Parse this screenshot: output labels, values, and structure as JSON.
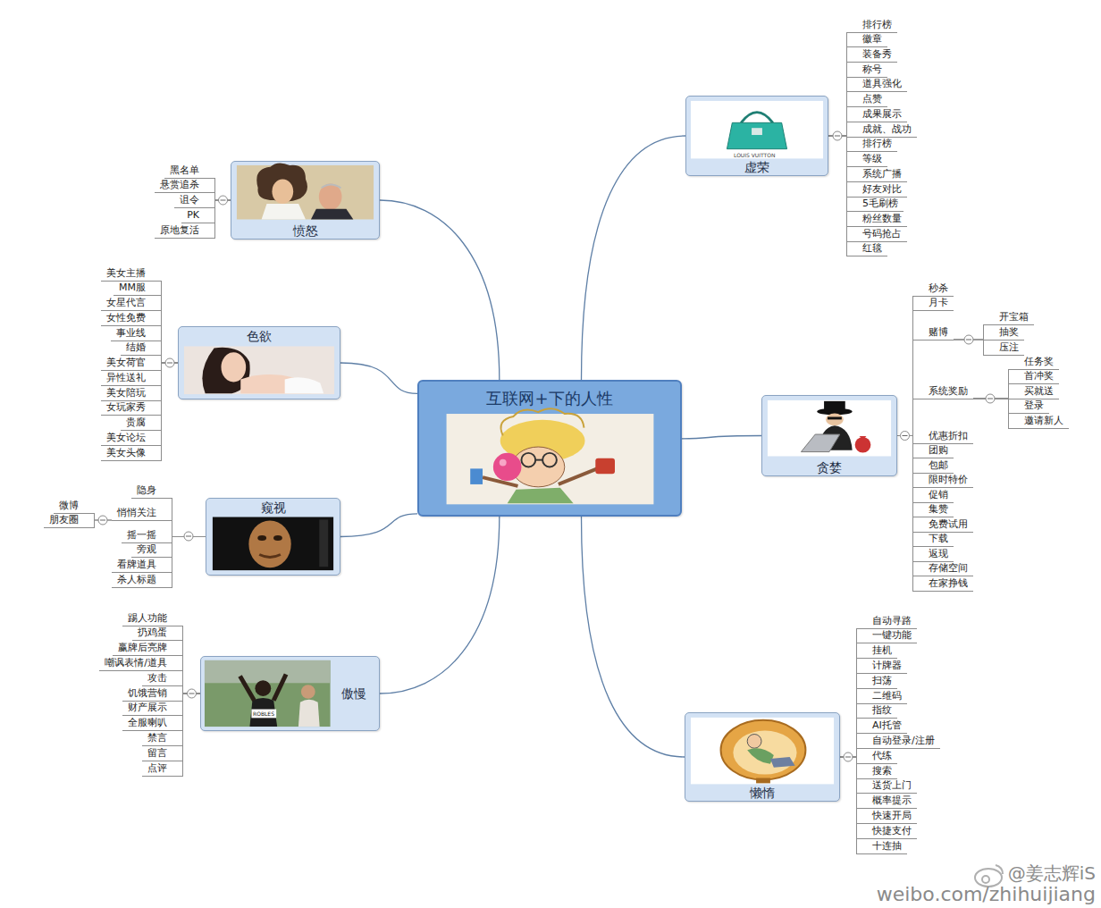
{
  "diagram": {
    "nodes": [
      {
        "text": [
          "互联网+下的人性"
        ]
      },
      {
        "text": [
          "虚荣"
        ]
      },
      {
        "text": [
          "排行榜"
        ]
      },
      {
        "text": [
          "徽章"
        ]
      },
      {
        "text": [
          "装备秀"
        ]
      },
      {
        "text": [
          "称号"
        ]
      },
      {
        "text": [
          "道具强化"
        ]
      },
      {
        "text": [
          "点赞"
        ]
      },
      {
        "text": [
          "成果展示"
        ]
      },
      {
        "text": [
          "成就、战功"
        ]
      },
      {
        "text": [
          "排行榜"
        ]
      },
      {
        "text": [
          "等级"
        ]
      },
      {
        "text": [
          "系统广播"
        ]
      },
      {
        "text": [
          "好友对比"
        ]
      },
      {
        "text": [
          "5毛刷榜"
        ]
      },
      {
        "text": [
          "粉丝数量"
        ]
      },
      {
        "text": [
          "号码抢占"
        ]
      },
      {
        "text": [
          "红毯"
        ]
      },
      {
        "text": [
          "贪婪"
        ]
      },
      {
        "text": [
          "秒杀"
        ]
      },
      {
        "text": [
          "月卡"
        ]
      },
      {
        "text": [
          "赌博"
        ]
      },
      {
        "text": [
          "开宝箱"
        ]
      },
      {
        "text": [
          "抽奖"
        ]
      },
      {
        "text": [
          "压注"
        ]
      },
      {
        "text": [
          "系统奖励"
        ]
      },
      {
        "text": [
          "任务奖"
        ]
      },
      {
        "text": [
          "首冲奖"
        ]
      },
      {
        "text": [
          "买就送"
        ]
      },
      {
        "text": [
          "登录"
        ]
      },
      {
        "text": [
          "邀请新人"
        ]
      },
      {
        "text": [
          "优惠折扣"
        ]
      },
      {
        "text": [
          "团购"
        ]
      },
      {
        "text": [
          "包邮"
        ]
      },
      {
        "text": [
          "限时特价"
        ]
      },
      {
        "text": [
          "促销"
        ]
      },
      {
        "text": [
          "集赞"
        ]
      },
      {
        "text": [
          "免费试用"
        ]
      },
      {
        "text": [
          "下载"
        ]
      },
      {
        "text": [
          "返现"
        ]
      },
      {
        "text": [
          "存储空间"
        ]
      },
      {
        "text": [
          "在家挣钱"
        ]
      },
      {
        "text": [
          "懒惰"
        ]
      },
      {
        "text": [
          "自动寻路"
        ]
      },
      {
        "text": [
          "一键功能"
        ]
      },
      {
        "text": [
          "挂机"
        ]
      },
      {
        "text": [
          "计牌器"
        ]
      },
      {
        "text": [
          "扫荡"
        ]
      },
      {
        "text": [
          "二维码"
        ]
      },
      {
        "text": [
          "指纹"
        ]
      },
      {
        "text": [
          "AI托管"
        ]
      },
      {
        "text": [
          "自动登录/注册"
        ]
      },
      {
        "text": [
          "代练"
        ]
      },
      {
        "text": [
          "搜索"
        ]
      },
      {
        "text": [
          "送货上门"
        ]
      },
      {
        "text": [
          "概率提示"
        ]
      },
      {
        "text": [
          "快速开局"
        ]
      },
      {
        "text": [
          "快捷支付"
        ]
      },
      {
        "text": [
          "十连抽"
        ]
      },
      {
        "text": [
          "愤怒"
        ]
      },
      {
        "text": [
          "黑名单"
        ]
      },
      {
        "text": [
          "悬赏追杀"
        ]
      },
      {
        "text": [
          "诅令"
        ]
      },
      {
        "text": [
          "PK"
        ]
      },
      {
        "text": [
          "原地复活"
        ]
      },
      {
        "text": [
          "色欲"
        ]
      },
      {
        "text": [
          "美女主播"
        ]
      },
      {
        "text": [
          "MM服"
        ]
      },
      {
        "text": [
          "女星代言"
        ]
      },
      {
        "text": [
          "女性免费"
        ]
      },
      {
        "text": [
          "事业线"
        ]
      },
      {
        "text": [
          "结婚"
        ]
      },
      {
        "text": [
          "美女荷官"
        ]
      },
      {
        "text": [
          "异性送礼"
        ]
      },
      {
        "text": [
          "美女陪玩"
        ]
      },
      {
        "text": [
          "女玩家秀"
        ]
      },
      {
        "text": [
          "贵腐"
        ]
      },
      {
        "text": [
          "美女论坛"
        ]
      },
      {
        "text": [
          "美女头像"
        ]
      },
      {
        "text": [
          "窥视"
        ]
      },
      {
        "text": [
          "隐身"
        ]
      },
      {
        "text": [
          "悄悄关注"
        ]
      },
      {
        "text": [
          "微博"
        ]
      },
      {
        "text": [
          "朋友圈"
        ]
      },
      {
        "text": [
          "摇一摇"
        ]
      },
      {
        "text": [
          "旁观"
        ]
      },
      {
        "text": [
          "看牌道具"
        ]
      },
      {
        "text": [
          "杀人标题"
        ]
      },
      {
        "text": [
          "傲慢"
        ]
      },
      {
        "text": [
          "踢人功能"
        ]
      },
      {
        "text": [
          "扔鸡蛋"
        ]
      },
      {
        "text": [
          "赢牌后亮牌"
        ]
      },
      {
        "text": [
          "嘲讽表情/道具"
        ]
      },
      {
        "text": [
          "攻击"
        ]
      },
      {
        "text": [
          "饥饿营销"
        ]
      },
      {
        "text": [
          "财产展示"
        ]
      },
      {
        "text": [
          "全服喇叭"
        ]
      },
      {
        "text": [
          "禁言"
        ]
      },
      {
        "text": [
          "留言"
        ]
      },
      {
        "text": [
          "点评"
        ]
      }
    ],
    "edges": [
      {
        "from": 0,
        "to": 1,
        "arrow": "none"
      },
      {
        "from": 0,
        "to": 18,
        "arrow": "none"
      },
      {
        "from": 0,
        "to": 42,
        "arrow": "none"
      },
      {
        "from": 0,
        "to": 59,
        "arrow": "none"
      },
      {
        "from": 0,
        "to": 65,
        "arrow": "none"
      },
      {
        "from": 0,
        "to": 79,
        "arrow": "none"
      },
      {
        "from": 0,
        "to": 88,
        "arrow": "none"
      },
      {
        "from": 1,
        "to": 2,
        "arrow": "none"
      },
      {
        "from": 1,
        "to": 3,
        "arrow": "none"
      },
      {
        "from": 1,
        "to": 4,
        "arrow": "none"
      },
      {
        "from": 1,
        "to": 5,
        "arrow": "none"
      },
      {
        "from": 1,
        "to": 6,
        "arrow": "none"
      },
      {
        "from": 1,
        "to": 7,
        "arrow": "none"
      },
      {
        "from": 1,
        "to": 8,
        "arrow": "none"
      },
      {
        "from": 1,
        "to": 9,
        "arrow": "none"
      },
      {
        "from": 1,
        "to": 10,
        "arrow": "none"
      },
      {
        "from": 1,
        "to": 11,
        "arrow": "none"
      },
      {
        "from": 1,
        "to": 12,
        "arrow": "none"
      },
      {
        "from": 1,
        "to": 13,
        "arrow": "none"
      },
      {
        "from": 1,
        "to": 14,
        "arrow": "none"
      },
      {
        "from": 1,
        "to": 15,
        "arrow": "none"
      },
      {
        "from": 1,
        "to": 16,
        "arrow": "none"
      },
      {
        "from": 1,
        "to": 17,
        "arrow": "none"
      },
      {
        "from": 18,
        "to": 19,
        "arrow": "none"
      },
      {
        "from": 18,
        "to": 20,
        "arrow": "none"
      },
      {
        "from": 18,
        "to": 21,
        "arrow": "none"
      },
      {
        "from": 21,
        "to": 22,
        "arrow": "none"
      },
      {
        "from": 21,
        "to": 23,
        "arrow": "none"
      },
      {
        "from": 21,
        "to": 24,
        "arrow": "none"
      },
      {
        "from": 18,
        "to": 25,
        "arrow": "none"
      },
      {
        "from": 25,
        "to": 26,
        "arrow": "none"
      },
      {
        "from": 25,
        "to": 27,
        "arrow": "none"
      },
      {
        "from": 25,
        "to": 28,
        "arrow": "none"
      },
      {
        "from": 25,
        "to": 29,
        "arrow": "none"
      },
      {
        "from": 25,
        "to": 30,
        "arrow": "none"
      },
      {
        "from": 18,
        "to": 31,
        "arrow": "none"
      },
      {
        "from": 18,
        "to": 32,
        "arrow": "none"
      },
      {
        "from": 18,
        "to": 33,
        "arrow": "none"
      },
      {
        "from": 18,
        "to": 34,
        "arrow": "none"
      },
      {
        "from": 18,
        "to": 35,
        "arrow": "none"
      },
      {
        "from": 18,
        "to": 36,
        "arrow": "none"
      },
      {
        "from": 18,
        "to": 37,
        "arrow": "none"
      },
      {
        "from": 18,
        "to": 38,
        "arrow": "none"
      },
      {
        "from": 18,
        "to": 39,
        "arrow": "none"
      },
      {
        "from": 18,
        "to": 40,
        "arrow": "none"
      },
      {
        "from": 18,
        "to": 41,
        "arrow": "none"
      },
      {
        "from": 42,
        "to": 43,
        "arrow": "none"
      },
      {
        "from": 42,
        "to": 44,
        "arrow": "none"
      },
      {
        "from": 42,
        "to": 45,
        "arrow": "none"
      },
      {
        "from": 42,
        "to": 46,
        "arrow": "none"
      },
      {
        "from": 42,
        "to": 47,
        "arrow": "none"
      },
      {
        "from": 42,
        "to": 48,
        "arrow": "none"
      },
      {
        "from": 42,
        "to": 49,
        "arrow": "none"
      },
      {
        "from": 42,
        "to": 50,
        "arrow": "none"
      },
      {
        "from": 42,
        "to": 51,
        "arrow": "none"
      },
      {
        "from": 42,
        "to": 52,
        "arrow": "none"
      },
      {
        "from": 42,
        "to": 53,
        "arrow": "none"
      },
      {
        "from": 42,
        "to": 54,
        "arrow": "none"
      },
      {
        "from": 42,
        "to": 55,
        "arrow": "none"
      },
      {
        "from": 42,
        "to": 56,
        "arrow": "none"
      },
      {
        "from": 42,
        "to": 57,
        "arrow": "none"
      },
      {
        "from": 42,
        "to": 58,
        "arrow": "none"
      },
      {
        "from": 59,
        "to": 60,
        "arrow": "none"
      },
      {
        "from": 59,
        "to": 61,
        "arrow": "none"
      },
      {
        "from": 59,
        "to": 62,
        "arrow": "none"
      },
      {
        "from": 59,
        "to": 63,
        "arrow": "none"
      },
      {
        "from": 59,
        "to": 64,
        "arrow": "none"
      },
      {
        "from": 65,
        "to": 66,
        "arrow": "none"
      },
      {
        "from": 65,
        "to": 67,
        "arrow": "none"
      },
      {
        "from": 65,
        "to": 68,
        "arrow": "none"
      },
      {
        "from": 65,
        "to": 69,
        "arrow": "none"
      },
      {
        "from": 65,
        "to": 70,
        "arrow": "none"
      },
      {
        "from": 65,
        "to": 71,
        "arrow": "none"
      },
      {
        "from": 65,
        "to": 72,
        "arrow": "none"
      },
      {
        "from": 65,
        "to": 73,
        "arrow": "none"
      },
      {
        "from": 65,
        "to": 74,
        "arrow": "none"
      },
      {
        "from": 65,
        "to": 75,
        "arrow": "none"
      },
      {
        "from": 65,
        "to": 76,
        "arrow": "none"
      },
      {
        "from": 65,
        "to": 77,
        "arrow": "none"
      },
      {
        "from": 65,
        "to": 78,
        "arrow": "none"
      },
      {
        "from": 79,
        "to": 80,
        "arrow": "none"
      },
      {
        "from": 79,
        "to": 81,
        "arrow": "none"
      },
      {
        "from": 81,
        "to": 82,
        "arrow": "none"
      },
      {
        "from": 81,
        "to": 83,
        "arrow": "none"
      },
      {
        "from": 79,
        "to": 84,
        "arrow": "none"
      },
      {
        "from": 79,
        "to": 85,
        "arrow": "none"
      },
      {
        "from": 79,
        "to": 86,
        "arrow": "none"
      },
      {
        "from": 79,
        "to": 87,
        "arrow": "none"
      },
      {
        "from": 88,
        "to": 89,
        "arrow": "none"
      },
      {
        "from": 88,
        "to": 90,
        "arrow": "none"
      },
      {
        "from": 88,
        "to": 91,
        "arrow": "none"
      },
      {
        "from": 88,
        "to": 92,
        "arrow": "none"
      },
      {
        "from": 88,
        "to": 93,
        "arrow": "none"
      },
      {
        "from": 88,
        "to": 94,
        "arrow": "none"
      },
      {
        "from": 88,
        "to": 95,
        "arrow": "none"
      },
      {
        "from": 88,
        "to": 96,
        "arrow": "none"
      },
      {
        "from": 88,
        "to": 97,
        "arrow": "none"
      },
      {
        "from": 88,
        "to": 98,
        "arrow": "none"
      },
      {
        "from": 88,
        "to": 99,
        "arrow": "none"
      }
    ],
    "labels": [
      "LOUIS VUITTON",
      "ROBLES",
      "@姜志辉iS",
      "weibo.com/zhihuijiang"
    ]
  }
}
